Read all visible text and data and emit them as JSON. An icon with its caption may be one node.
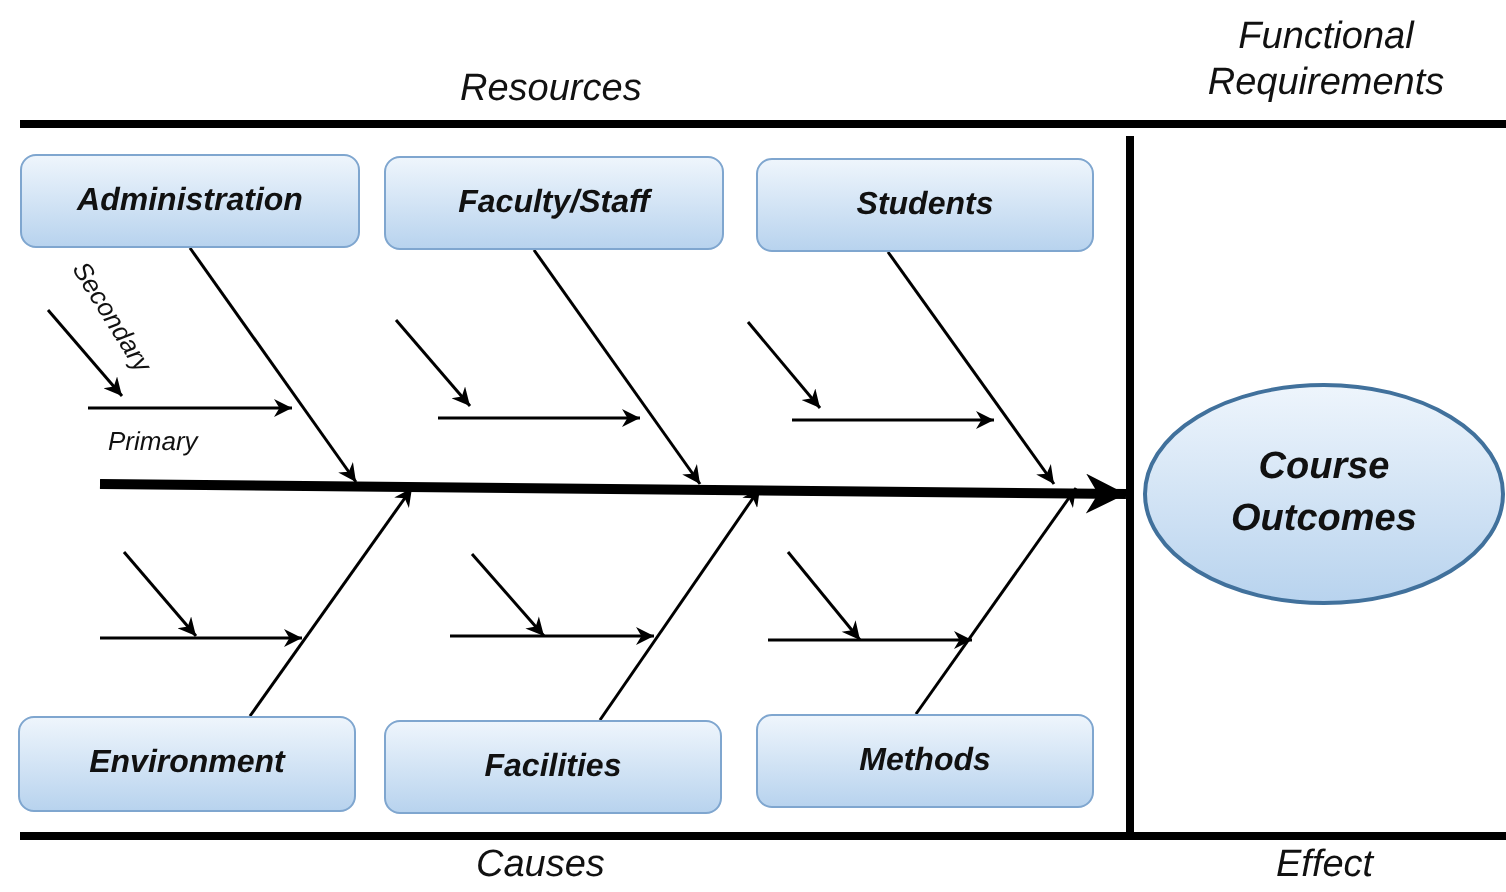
{
  "diagram": {
    "nodes": [
      {
        "text": [
          "Administration"
        ]
      },
      {
        "text": [
          "Faculty/Staff"
        ]
      },
      {
        "text": [
          "Students"
        ]
      },
      {
        "text": [
          "Environment"
        ]
      },
      {
        "text": [
          "Facilities"
        ]
      },
      {
        "text": [
          "Methods"
        ]
      },
      {
        "text": [
          "Course Outcomes"
        ]
      }
    ],
    "edges": [
      {
        "from": 0,
        "to": null,
        "arrow": "to"
      },
      {
        "from": 1,
        "to": null,
        "arrow": "to"
      },
      {
        "from": 2,
        "to": null,
        "arrow": "to"
      },
      {
        "from": 3,
        "to": null,
        "arrow": "to"
      },
      {
        "from": 4,
        "to": null,
        "arrow": "to"
      },
      {
        "from": 5,
        "to": null,
        "arrow": "to"
      },
      {
        "from": null,
        "to": 6,
        "arrow": "to",
        "style": "thick"
      }
    ],
    "labels": [
      "Functional Requirements",
      "Resources",
      "Secondary",
      "Primary",
      "Causes",
      "Effect"
    ]
  }
}
